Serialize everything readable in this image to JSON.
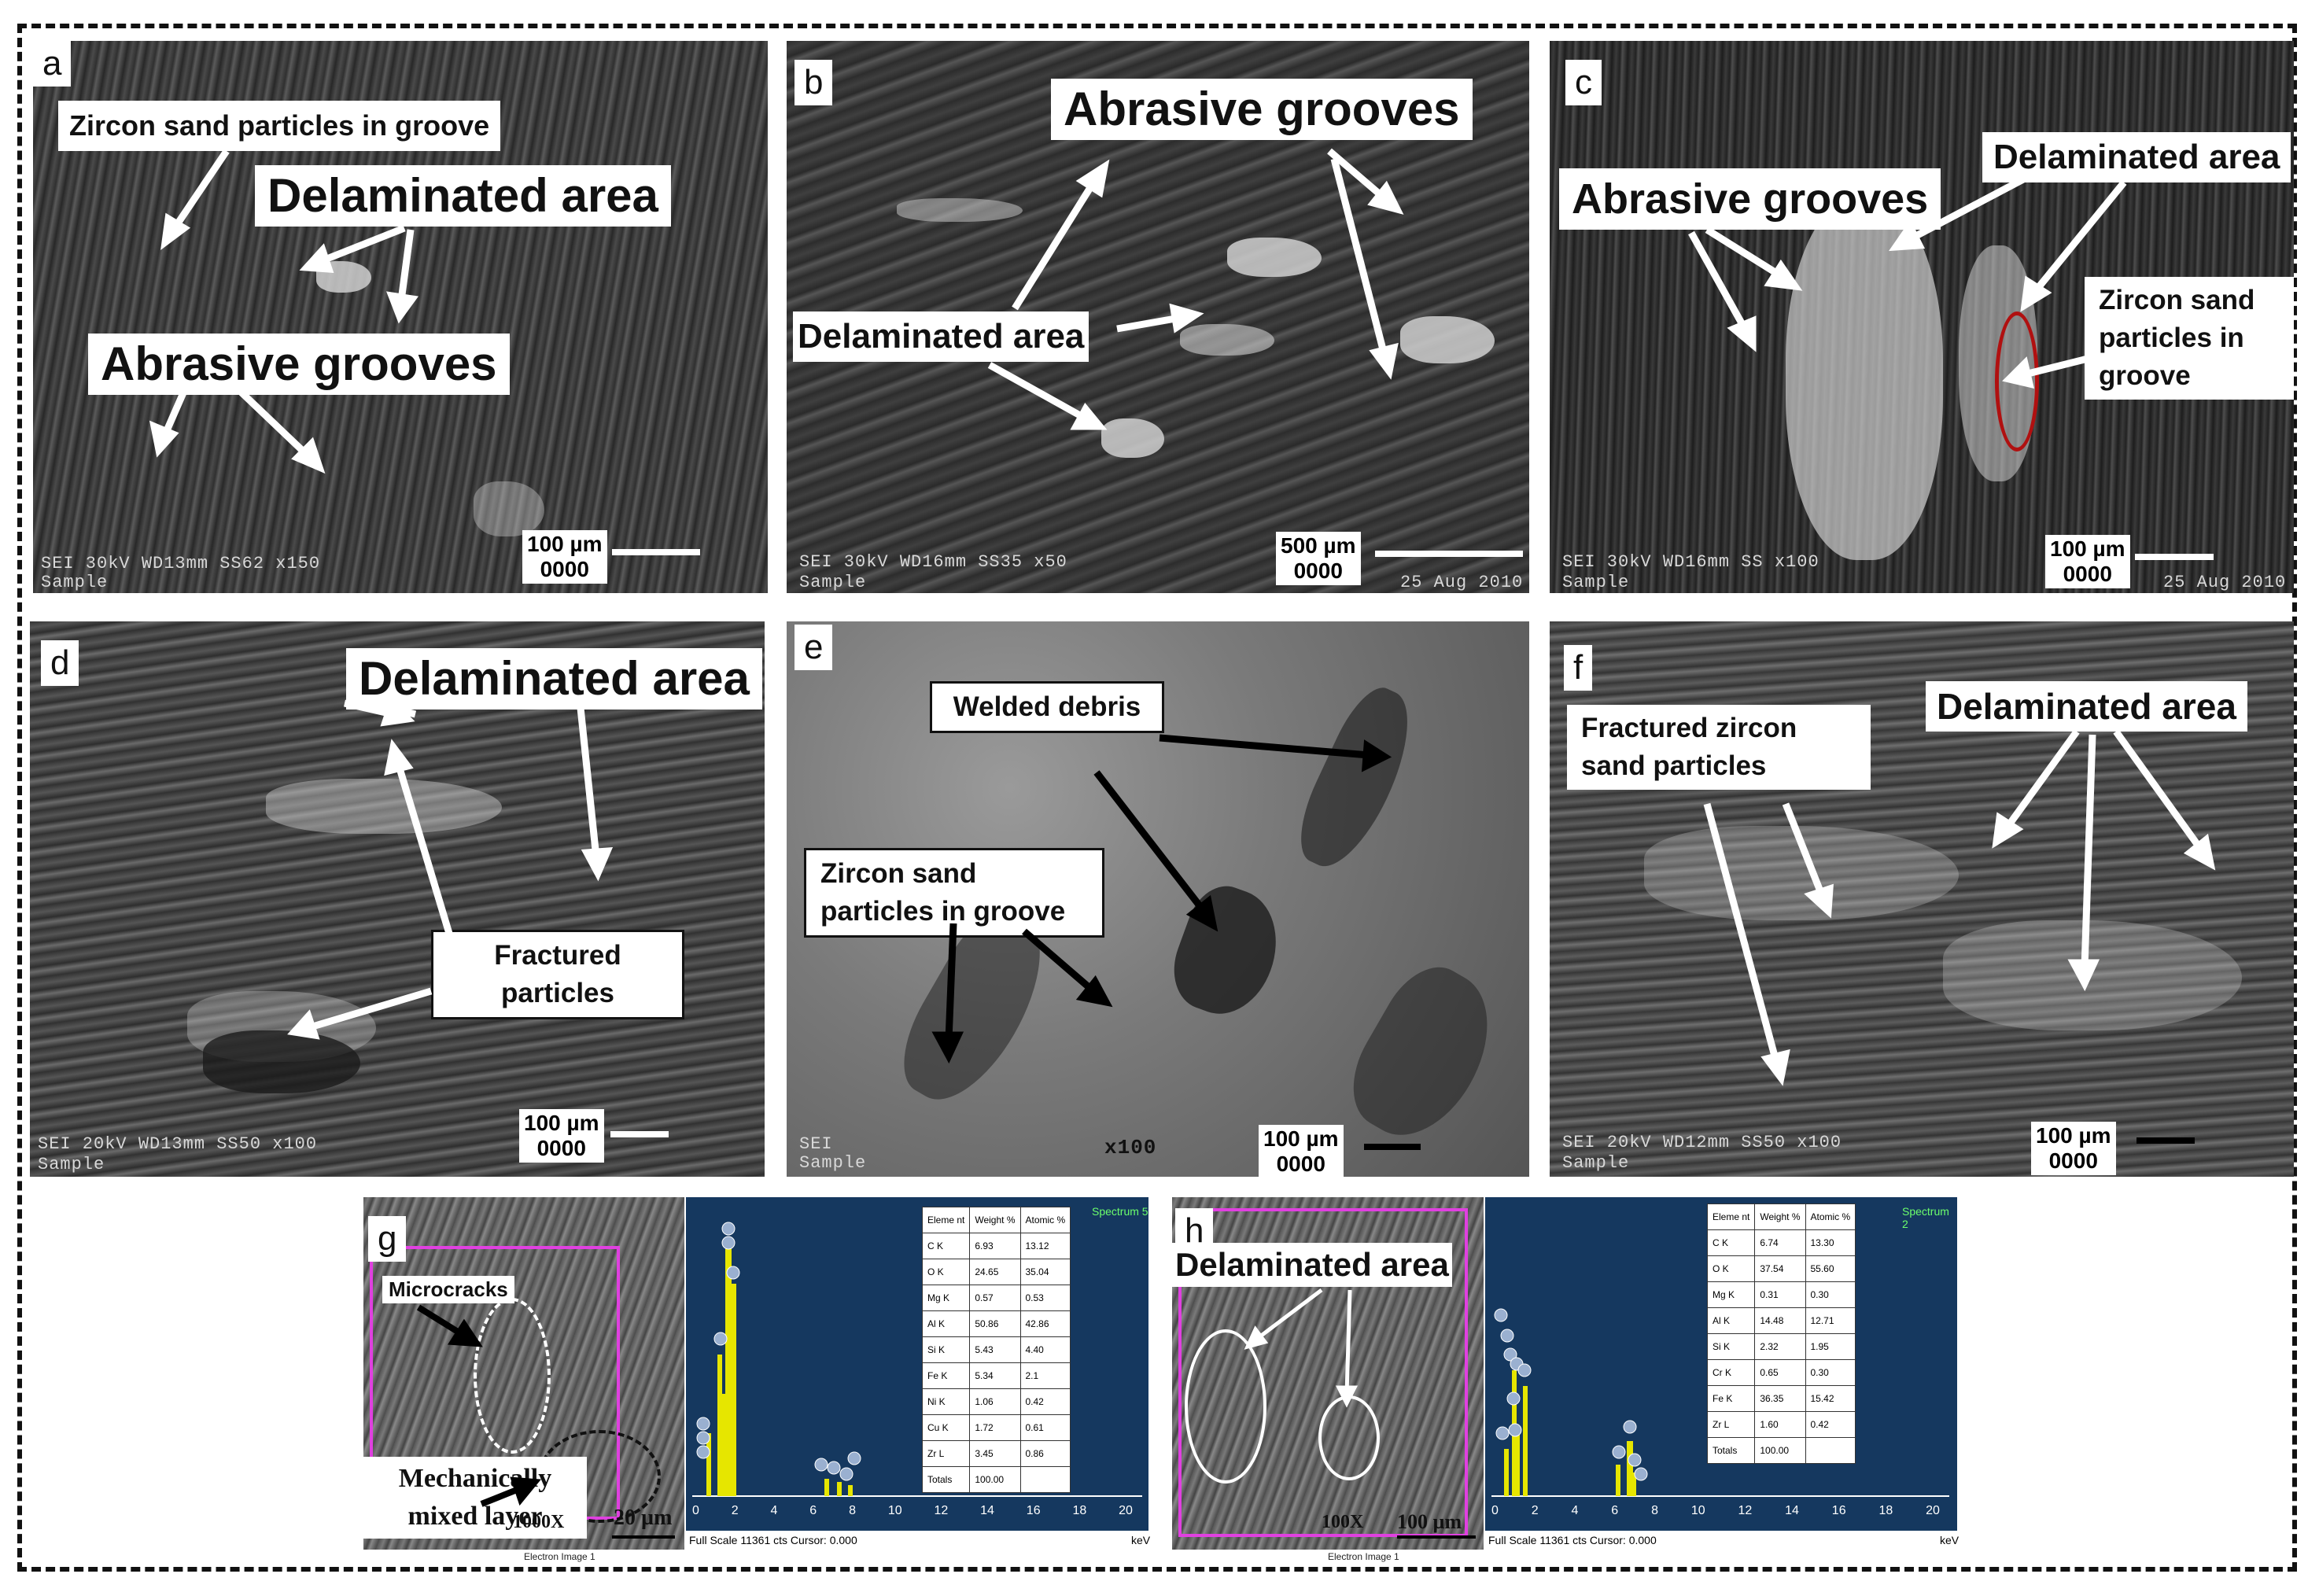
{
  "panels": {
    "a": {
      "label": "a",
      "callouts": {
        "zircon": "Zircon sand particles in groove",
        "delaminated": "Delaminated area",
        "grooves": "Abrasive grooves"
      },
      "meta": "SEI 30kV WD13mm SS62 x150",
      "sample": "Sample",
      "scale_text": "100 µm",
      "scale_mag": "0000"
    },
    "b": {
      "label": "b",
      "callouts": {
        "grooves": "Abrasive grooves",
        "delaminated": "Delaminated area"
      },
      "meta": "SEI 30kV WD16mm SS35 x50",
      "date": "25 Aug 2010",
      "sample": "Sample",
      "scale_text": "500 µm",
      "scale_mag": "0000"
    },
    "c": {
      "label": "c",
      "callouts": {
        "grooves": "Abrasive grooves",
        "delaminated": "Delaminated area",
        "zircon": "Zircon sand particles in groove"
      },
      "meta": "SEI 30kV WD16mm SS x100",
      "date": "25 Aug 2010",
      "sample": "Sample",
      "scale_text": "100 µm",
      "scale_mag": "0000",
      "marker_color": "#b01010"
    },
    "d": {
      "label": "d",
      "callouts": {
        "delaminated": "Delaminated area",
        "fractured": "Fractured particles"
      },
      "meta": "SEI 20kV WD13mm SS50 x100",
      "sample": "Sample",
      "scale_text": "100 µm",
      "scale_mag": "0000"
    },
    "e": {
      "label": "e",
      "callouts": {
        "welded": "Welded debris",
        "zircon": "Zircon sand particles in groove"
      },
      "meta": "SEI",
      "mag": "x100",
      "sample": "Sample",
      "scale_text": "100 µm",
      "scale_mag": "0000"
    },
    "f": {
      "label": "f",
      "callouts": {
        "fractured": "Fractured zircon sand particles",
        "delaminated": "Delaminated area"
      },
      "meta": "SEI 20kV WD12mm SS50 x100",
      "sample": "Sample",
      "scale_text": "100 µm",
      "scale_mag": "0000"
    },
    "g": {
      "label": "g",
      "callouts": {
        "microcracks": "Microcracks",
        "mml": "Mechanically mixed layer"
      },
      "mag": "1000X",
      "scale_text": "20 µm",
      "caption": "Electron Image 1",
      "box_color": "#e040e0"
    },
    "h": {
      "label": "h",
      "callouts": {
        "delaminated": "Delaminated area"
      },
      "mag": "100X",
      "scale_text": "100 µm",
      "caption": "Electron Image 1",
      "box_color": "#e040e0"
    }
  },
  "eds": {
    "g": {
      "spectrum": "Spectrum 5",
      "footer": "Full Scale 11361 cts Cursor: 0.000",
      "unit": "keV",
      "headers": [
        "Eleme nt",
        "Weight %",
        "Atomic %"
      ],
      "rows": [
        [
          "C K",
          "6.93",
          "13.12"
        ],
        [
          "O K",
          "24.65",
          "35.04"
        ],
        [
          "Mg K",
          "0.57",
          "0.53"
        ],
        [
          "Al K",
          "50.86",
          "42.86"
        ],
        [
          "Si K",
          "5.43",
          "4.40"
        ],
        [
          "Fe K",
          "5.34",
          "2.1"
        ],
        [
          "Ni K",
          "1.06",
          "0.42"
        ],
        [
          "Cu K",
          "1.72",
          "0.61"
        ],
        [
          "Zr L",
          "3.45",
          "0.86"
        ],
        [
          "Totals",
          "100.00",
          ""
        ]
      ]
    },
    "h": {
      "spectrum": "Spectrum 2",
      "footer": "Full Scale 11361 cts Cursor: 0.000",
      "unit": "keV",
      "headers": [
        "Eleme nt",
        "Weight %",
        "Atomic %"
      ],
      "rows": [
        [
          "C K",
          "6.74",
          "13.30"
        ],
        [
          "O K",
          "37.54",
          "55.60"
        ],
        [
          "Mg K",
          "0.31",
          "0.30"
        ],
        [
          "Al K",
          "14.48",
          "12.71"
        ],
        [
          "Si K",
          "2.32",
          "1.95"
        ],
        [
          "Cr K",
          "0.65",
          "0.30"
        ],
        [
          "Fe K",
          "36.35",
          "15.42"
        ],
        [
          "Zr L",
          "1.60",
          "0.42"
        ],
        [
          "Totals",
          "100.00",
          ""
        ]
      ]
    },
    "axis_ticks": [
      "0",
      "2",
      "4",
      "6",
      "8",
      "10",
      "12",
      "14",
      "16",
      "18",
      "20"
    ]
  },
  "colors": {
    "eds_background": "#15385f",
    "spectrum_peak": "#e6e600",
    "arrow_white": "#ffffff",
    "arrow_black": "#000000"
  }
}
